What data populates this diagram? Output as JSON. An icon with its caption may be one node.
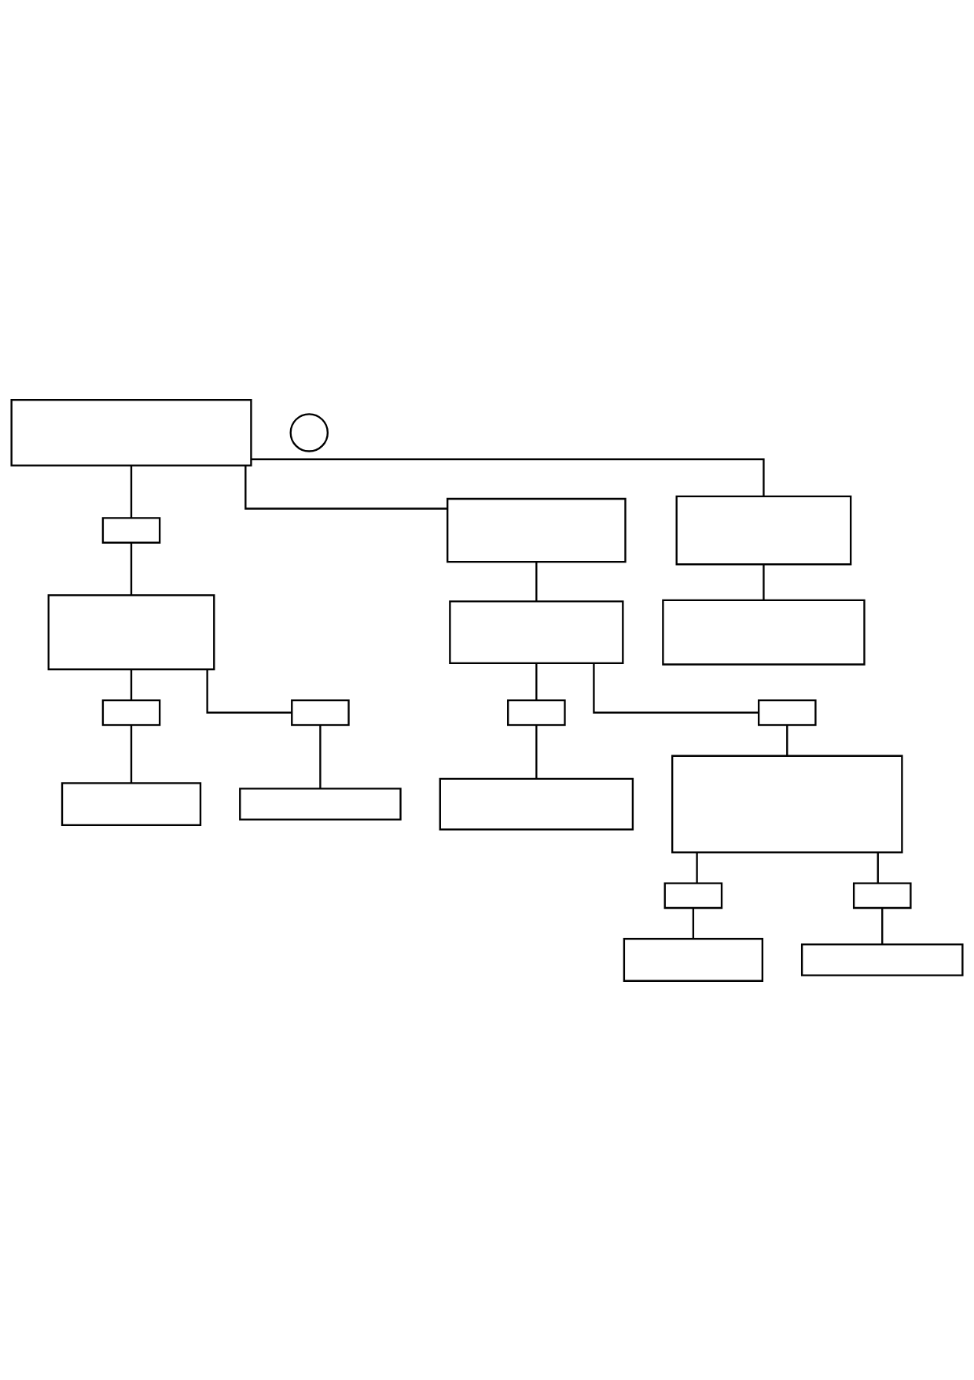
{
  "diagram": {
    "nodes": [
      {
        "text": [],
        "shape": "box"
      },
      {
        "text": [],
        "shape": "circle"
      },
      {
        "text": [],
        "shape": "box"
      },
      {
        "text": [],
        "shape": "box"
      },
      {
        "text": [],
        "shape": "box"
      },
      {
        "text": [],
        "shape": "box"
      },
      {
        "text": [],
        "shape": "box"
      },
      {
        "text": [],
        "shape": "box"
      },
      {
        "text": [],
        "shape": "box"
      },
      {
        "text": [],
        "shape": "box"
      },
      {
        "text": [],
        "shape": "box"
      },
      {
        "text": [],
        "shape": "box"
      },
      {
        "text": [],
        "shape": "box"
      },
      {
        "text": [],
        "shape": "box"
      },
      {
        "text": [],
        "shape": "box"
      },
      {
        "text": [],
        "shape": "box"
      },
      {
        "text": [],
        "shape": "box"
      },
      {
        "text": [],
        "shape": "box"
      },
      {
        "text": [],
        "shape": "box"
      },
      {
        "text": [],
        "shape": "box"
      }
    ],
    "edges": [
      {
        "from": 0,
        "to": 2,
        "arrow": "none"
      },
      {
        "from": 0,
        "to": 3,
        "arrow": "none"
      },
      {
        "from": 0,
        "to": 4,
        "arrow": "none"
      },
      {
        "from": 2,
        "to": 5,
        "arrow": "none"
      },
      {
        "from": 3,
        "to": 6,
        "arrow": "none"
      },
      {
        "from": 4,
        "to": 7,
        "arrow": "none"
      },
      {
        "from": 5,
        "to": 8,
        "arrow": "none"
      },
      {
        "from": 5,
        "to": 9,
        "arrow": "none"
      },
      {
        "from": 8,
        "to": 12,
        "arrow": "none"
      },
      {
        "from": 9,
        "to": 13,
        "arrow": "none"
      },
      {
        "from": 6,
        "to": 10,
        "arrow": "none"
      },
      {
        "from": 6,
        "to": 11,
        "arrow": "none"
      },
      {
        "from": 10,
        "to": 14,
        "arrow": "none"
      },
      {
        "from": 11,
        "to": 15,
        "arrow": "none"
      },
      {
        "from": 15,
        "to": 16,
        "arrow": "none"
      },
      {
        "from": 15,
        "to": 17,
        "arrow": "none"
      },
      {
        "from": 16,
        "to": 18,
        "arrow": "none"
      },
      {
        "from": 17,
        "to": 19,
        "arrow": "none"
      }
    ]
  }
}
